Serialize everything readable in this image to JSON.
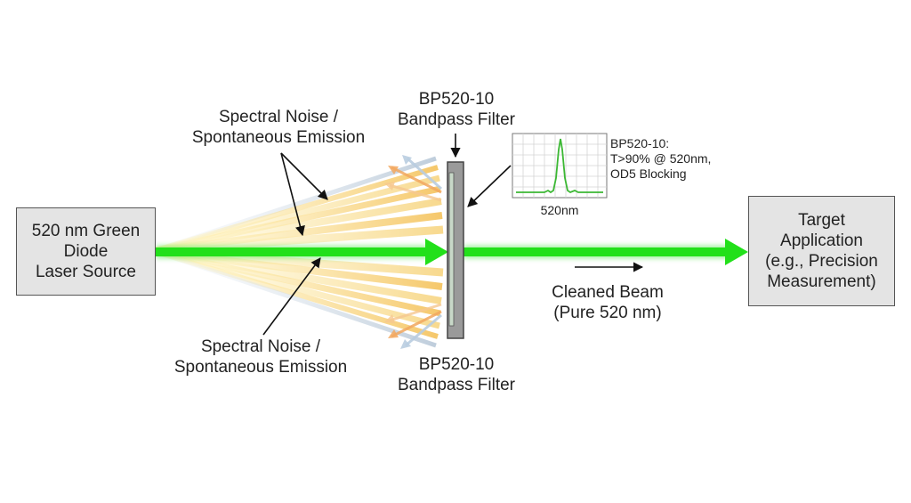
{
  "source": {
    "label": "520 nm Green\nDiode\nLaser Source"
  },
  "target": {
    "label": "Target\nApplication\n(e.g., Precision\nMeasurement)"
  },
  "noise_labels": {
    "top": "Spectral Noise /\nSpontaneous Emission",
    "bottom": "Spectral Noise /\nSpontaneous Emission"
  },
  "filter": {
    "top_label": "BP520-10\nBandpass Filter",
    "bottom_label": "BP520-10\nBandpass Filter"
  },
  "spectrum": {
    "caption": "520nm",
    "note": "BP520-10:\nT>90% @ 520nm,\nOD5 Blocking"
  },
  "output_beam": {
    "label": "Cleaned Beam\n(Pure 520 nm)"
  },
  "colors": {
    "laser_green": "#22e01a",
    "spectrum_line": "#3cb834",
    "filter_gray": "#9a9a9a",
    "box_fill": "#e4e4e4"
  }
}
